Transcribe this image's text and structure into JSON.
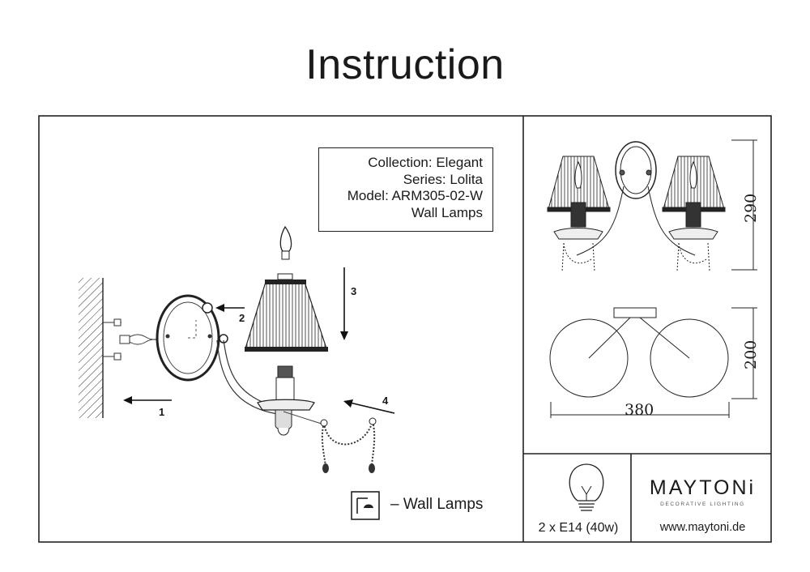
{
  "title": "Instruction",
  "info": {
    "collection": "Collection: Elegant",
    "series": "Series: Lolita",
    "model": "Model: ARM305-02-W",
    "type": "Wall Lamps"
  },
  "steps": [
    "1",
    "2",
    "3",
    "4"
  ],
  "dimensions": {
    "height": "290",
    "depth": "200",
    "width": "380"
  },
  "legend": {
    "text": "– Wall Lamps",
    "icon": "wall-lamp-icon"
  },
  "bulb": {
    "spec": "2 x E14 (40w)",
    "icon": "light-bulb-icon"
  },
  "brand": {
    "name": "MAYTONi",
    "tagline": "DECORATIVE LIGHTING",
    "website": "www.maytoni.de"
  }
}
